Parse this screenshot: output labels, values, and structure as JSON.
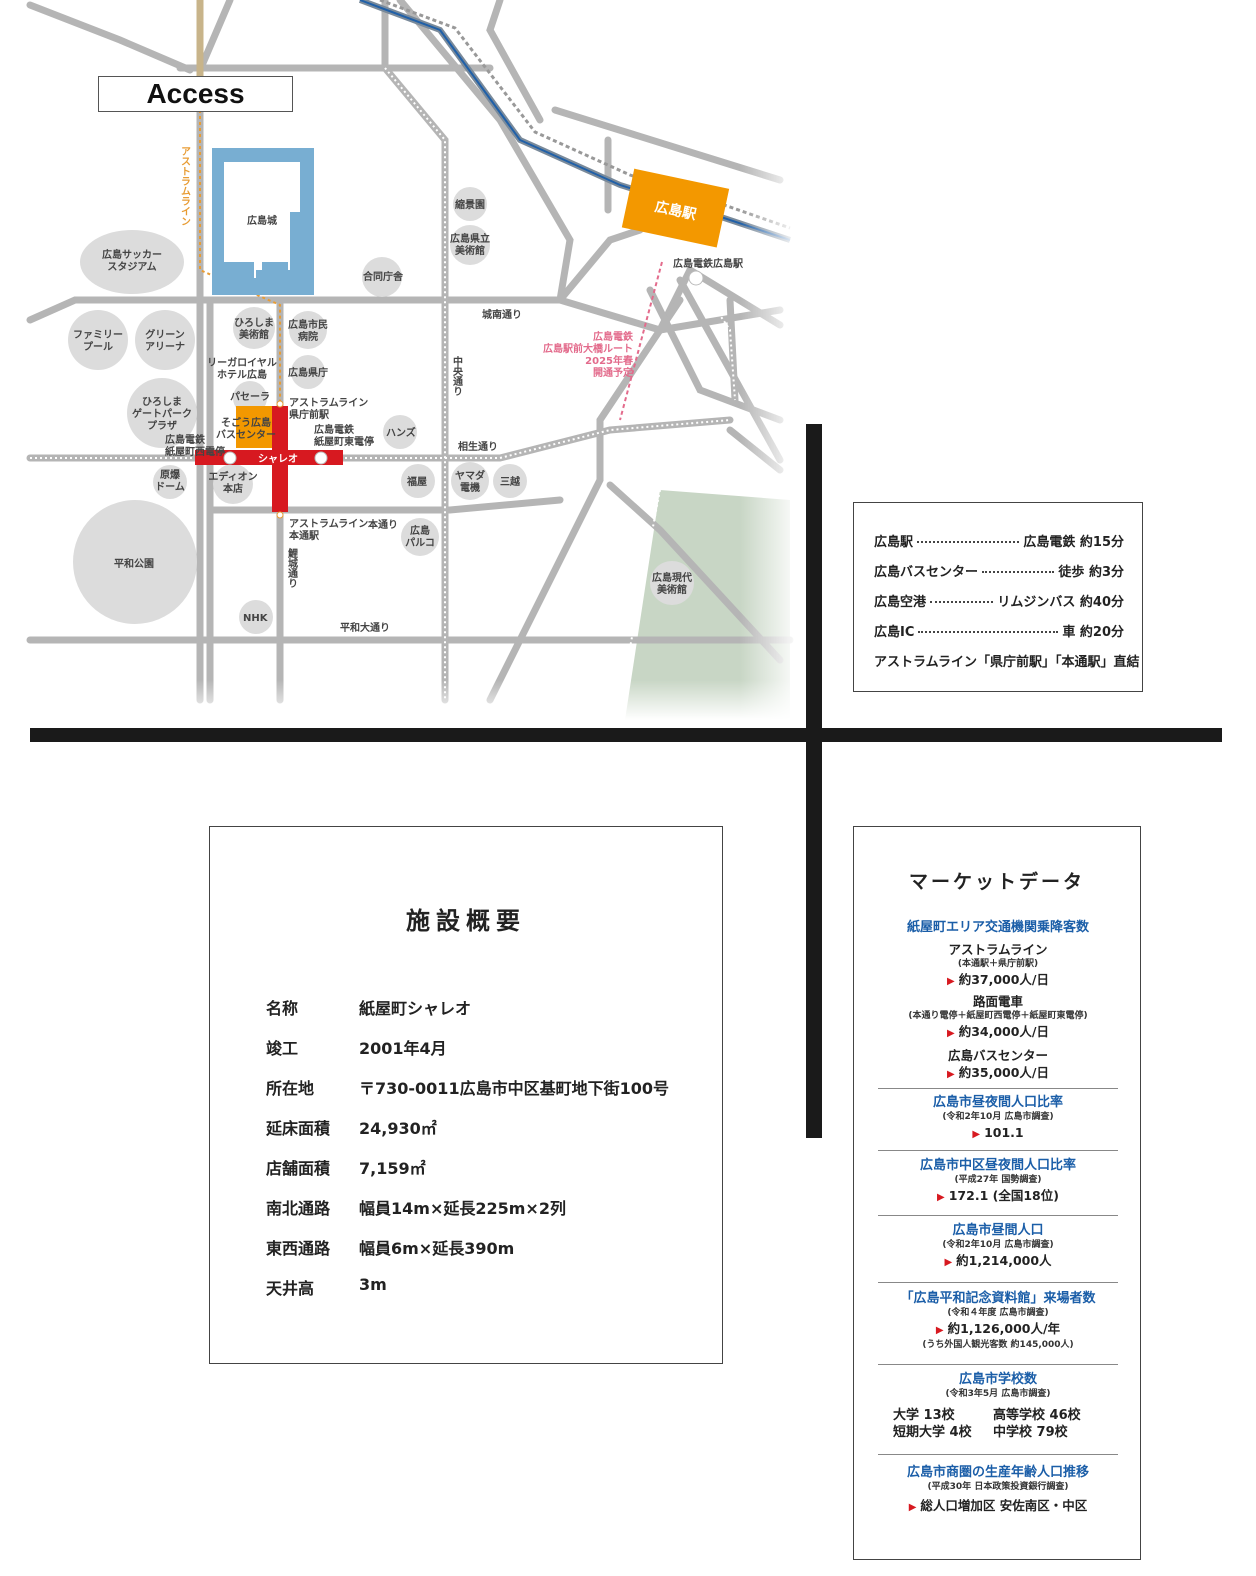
{
  "header": {
    "access_label": "Access"
  },
  "map": {
    "labels": {
      "hiroshima_station": "広島駅",
      "dentetsu_hiroshima_station": "広島電鉄広島駅",
      "astram_line": "アストラムライン",
      "castle": "広島城",
      "soccer_stadium": "広島サッカー\nスタジアム",
      "family_pool": "ファミリー\nプール",
      "green_arena": "グリーン\nアリーナ",
      "gate_park": "ひろしま\nゲートパーク\nプラザ",
      "hiroden_kamiyacho_nishi": "広島電鉄\n紙屋町西電停",
      "atomic_dome": "原爆\nドーム",
      "peace_park": "平和公園",
      "nhk": "NHK",
      "art_museum": "ひろしま\n美術館",
      "city_hospital": "広島市民\n病院",
      "rihga_royal": "リーガロイヤル\nホテル広島",
      "prefectural_office": "広島県庁",
      "pacela": "パセーラ",
      "sogo_bus_center": "そごう広島\nバスセンター",
      "astram_kenchomae": "アストラムライン\n県庁前駅",
      "hiroden_kamiyacho_higashi": "広島電鉄\n紙屋町東電停",
      "hands": "ハンズ",
      "shareo": "シャレオ",
      "edion": "エディオン\n本店",
      "astram_hondori": "アストラムライン\n本通駅",
      "hondori": "本通り",
      "parco": "広島\nパルコ",
      "rijo_dori": "鯉城通り",
      "heiwa_odori": "平和大通り",
      "fukuya": "福屋",
      "yamada_denki": "ヤマダ\n電機",
      "mitsukoshi": "三越",
      "aioi_dori": "相生通り",
      "chuo_dori": "中央通り",
      "shukkeien": "縮景園",
      "prefectural_art_museum": "広島県立\n美術館",
      "godo_chosha": "合同庁舎",
      "jonan_dori": "城南通り",
      "new_route_note": "広島電鉄\n広島駅前大橋ルート\n2025年春\n開通予定",
      "moca": "広島現代\n美術館"
    }
  },
  "access_times": [
    {
      "from": "広島駅",
      "to": "広島電鉄 約15分"
    },
    {
      "from": "広島バスセンター",
      "to": "徒歩 約3分"
    },
    {
      "from": "広島空港",
      "to": "リムジンバス 約40分"
    },
    {
      "from": "広島IC",
      "to": "車 約20分"
    }
  ],
  "access_note": "アストラムライン「県庁前駅」「本通駅」直結",
  "facility": {
    "title": "施設概要",
    "rows": [
      {
        "label": "名称",
        "value": "紙屋町シャレオ"
      },
      {
        "label": "竣工",
        "value": "2001年4月"
      },
      {
        "label": "所在地",
        "value": "〒730-0011広島市中区基町地下街100号"
      },
      {
        "label": "延床面積",
        "value": "24,930㎡"
      },
      {
        "label": "店舗面積",
        "value": "7,159㎡"
      },
      {
        "label": "南北通路",
        "value": "幅員14m×延長225m×2列"
      },
      {
        "label": "東西通路",
        "value": "幅員6m×延長390m"
      },
      {
        "label": "天井高",
        "value": "3m"
      }
    ]
  },
  "market": {
    "title": "マーケットデータ",
    "traffic": {
      "heading": "紙屋町エリア交通機関乗降客数",
      "astram": {
        "name": "アストラムライン",
        "sub": "(本通駅＋県庁前駅)",
        "value": "約37,000人/日"
      },
      "tram": {
        "name": "路面電車",
        "sub": "(本通り電停＋紙屋町西電停＋紙屋町東電停)",
        "value": "約34,000人/日"
      },
      "bus": {
        "name": "広島バスセンター",
        "value": "約35,000人/日"
      }
    },
    "day_night_city": {
      "heading": "広島市昼夜間人口比率",
      "sub": "(令和2年10月 広島市調査)",
      "value": "101.1"
    },
    "day_night_naka": {
      "heading": "広島市中区昼夜間人口比率",
      "sub": "(平成27年 国勢調査)",
      "value": "172.1 (全国18位)"
    },
    "daytime_pop": {
      "heading": "広島市昼間人口",
      "sub": "(令和2年10月 広島市調査)",
      "value": "約1,214,000人"
    },
    "peace_museum": {
      "heading": "「広島平和記念資料館」来場者数",
      "sub": "(令和４年度 広島市調査)",
      "value": "約1,126,000人/年",
      "note": "(うち外国人観光客数 約145,000人)"
    },
    "schools": {
      "heading": "広島市学校数",
      "sub": "(令和3年5月 広島市調査)",
      "items": [
        "大学 13校",
        "高等学校 46校",
        "短期大学 4校",
        "中学校 79校"
      ]
    },
    "working_age": {
      "heading": "広島市商圏の生産年齢人口推移",
      "sub": "(平成30年 日本政策投資銀行調査)",
      "value": "総人口増加区 安佐南区・中区"
    }
  },
  "colors": {
    "road": "#b5b5b5",
    "castle_moat": "#78aed2",
    "station": "#f39800",
    "shareo": "#d71920",
    "park_green": "#c8d6c5",
    "circle": "#dcdcdc",
    "astram": "#e89c34",
    "heading_blue": "#1b5ea8",
    "new_route_pink": "#e36b8c"
  }
}
